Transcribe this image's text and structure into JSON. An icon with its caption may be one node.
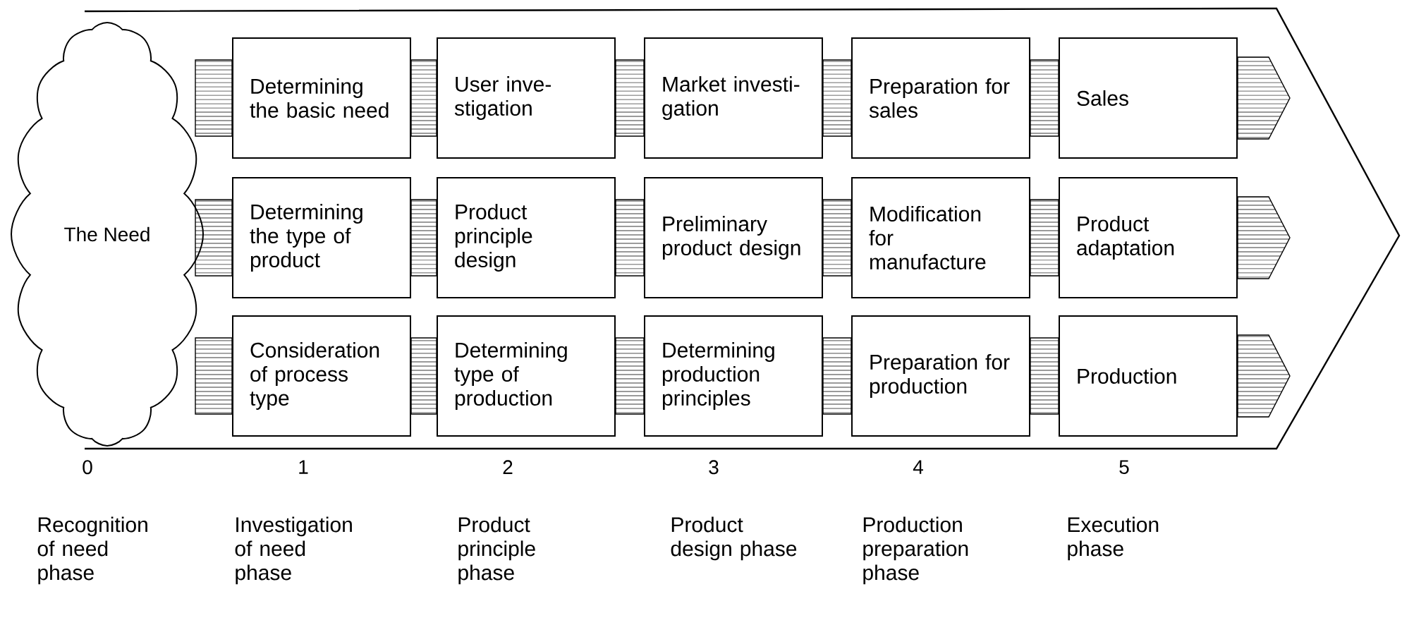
{
  "diagram": {
    "nodes": [
      {
        "text": [
          "The Need"
        ]
      },
      {
        "text": [
          "Determining the basic need"
        ]
      },
      {
        "text": [
          "User inve- stigation"
        ]
      },
      {
        "text": [
          "Market investi- gation"
        ]
      },
      {
        "text": [
          "Preparation for sales"
        ]
      },
      {
        "text": [
          "Sales"
        ]
      },
      {
        "text": [
          "Determining the type of product"
        ]
      },
      {
        "text": [
          "Product principle design"
        ]
      },
      {
        "text": [
          "Preliminary product design"
        ]
      },
      {
        "text": [
          "Modification for manufacture"
        ]
      },
      {
        "text": [
          "Product adaptation"
        ]
      },
      {
        "text": [
          "Consideration of process type"
        ]
      },
      {
        "text": [
          "Determining type of production"
        ]
      },
      {
        "text": [
          "Determining production principles"
        ]
      },
      {
        "text": [
          "Preparation for production"
        ]
      },
      {
        "text": [
          "Production"
        ]
      }
    ],
    "edges": [
      {
        "from": 0,
        "to": 1,
        "arrow": "none"
      },
      {
        "from": 1,
        "to": 2,
        "arrow": "none"
      },
      {
        "from": 2,
        "to": 3,
        "arrow": "none"
      },
      {
        "from": 3,
        "to": 4,
        "arrow": "none"
      },
      {
        "from": 4,
        "to": 5,
        "arrow": "none"
      },
      {
        "from": 5,
        "to": null,
        "arrow": "to"
      },
      {
        "from": 0,
        "to": 6,
        "arrow": "none"
      },
      {
        "from": 6,
        "to": 7,
        "arrow": "none"
      },
      {
        "from": 7,
        "to": 8,
        "arrow": "none"
      },
      {
        "from": 8,
        "to": 9,
        "arrow": "none"
      },
      {
        "from": 9,
        "to": 10,
        "arrow": "none"
      },
      {
        "from": 10,
        "to": null,
        "arrow": "to"
      },
      {
        "from": 0,
        "to": 11,
        "arrow": "none"
      },
      {
        "from": 11,
        "to": 12,
        "arrow": "none"
      },
      {
        "from": 12,
        "to": 13,
        "arrow": "none"
      },
      {
        "from": 13,
        "to": 14,
        "arrow": "none"
      },
      {
        "from": 14,
        "to": 15,
        "arrow": "none"
      },
      {
        "from": 15,
        "to": null,
        "arrow": "to"
      }
    ],
    "labels": [
      "0",
      "1",
      "2",
      "3",
      "4",
      "5",
      "Recognition of need phase",
      "Investigation of need phase",
      "Product principle phase",
      "Product design phase",
      "Production preparation phase",
      "Execution phase"
    ]
  }
}
